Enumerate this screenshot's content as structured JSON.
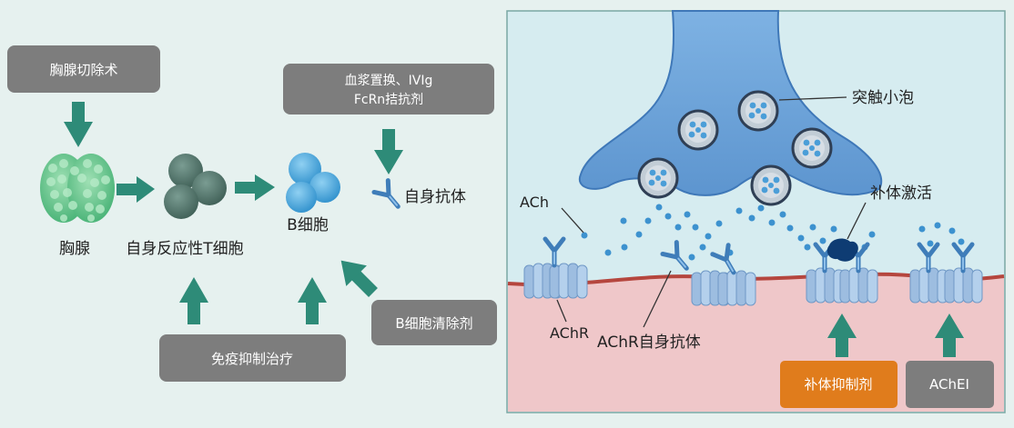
{
  "left_panel": {
    "box_thymectomy": "胸腺切除术",
    "box_plasma_line1": "血浆置换、IVIg",
    "box_plasma_line2": "FcRn拮抗剂",
    "label_thymus": "胸腺",
    "label_t_cell": "自身反应性T细胞",
    "label_b_cell": "B细胞",
    "label_autoantibody": "自身抗体",
    "box_b_depletion": "B细胞清除剂",
    "box_immunotherapy": "免疫抑制治疗"
  },
  "right_panel": {
    "label_vesicle": "突触小泡",
    "label_ach": "ACh",
    "label_complement": "补体激活",
    "label_achr": "AChR",
    "label_achr_antibody": "AChR自身抗体",
    "box_complement_inhibitor": "补体抑制剂",
    "box_achei": "AChEI"
  },
  "colors": {
    "arrow_green": "#2e8b78",
    "gray_box": "#7d7d7d",
    "orange_box": "#e07c1c",
    "terminal_blue": "#6b9fd4",
    "membrane_pink": "#efc7c9",
    "receptor_blue": "#8fb3d8",
    "antibody_blue": "#4f89c4"
  }
}
